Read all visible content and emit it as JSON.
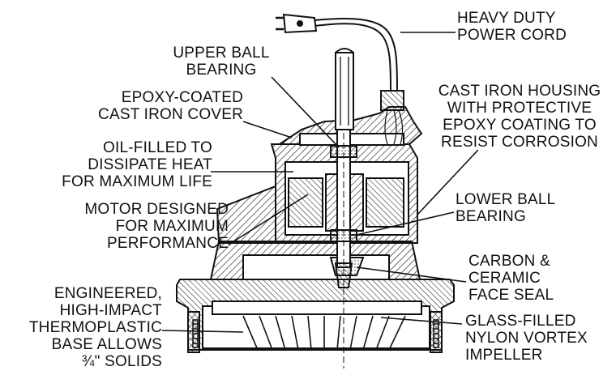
{
  "colors": {
    "ink": "#111111",
    "background": "#ffffff",
    "hatch": "#222222"
  },
  "icons": {
    "plug": "plug-icon",
    "pump": "pump-cross-section"
  },
  "labels": {
    "power_cord": {
      "lines": [
        "HEAVY DUTY",
        "POWER CORD"
      ]
    },
    "upper_bearing": {
      "lines": [
        "UPPER BALL",
        "BEARING"
      ]
    },
    "cover": {
      "lines": [
        "EPOXY-COATED",
        "CAST IRON COVER"
      ]
    },
    "housing": {
      "lines": [
        "CAST IRON HOUSING",
        "WITH PROTECTIVE",
        "EPOXY COATING TO",
        "RESIST CORROSION"
      ]
    },
    "oil": {
      "lines": [
        "OIL-FILLED TO",
        "DISSIPATE HEAT",
        "FOR MAXIMUM LIFE"
      ]
    },
    "lower_bearing": {
      "lines": [
        "LOWER BALL",
        "BEARING"
      ]
    },
    "motor": {
      "lines": [
        "MOTOR DESIGNED",
        "FOR MAXIMUM",
        "PERFORMANCE"
      ]
    },
    "seal": {
      "lines": [
        "CARBON &",
        "CERAMIC",
        "FACE SEAL"
      ]
    },
    "base": {
      "lines": [
        "ENGINEERED,",
        "HIGH-IMPACT",
        "THERMOPLASTIC",
        "BASE ALLOWS",
        "¾\" SOLIDS"
      ]
    },
    "impeller": {
      "lines": [
        "GLASS-FILLED",
        "NYLON VORTEX",
        "IMPELLER"
      ]
    }
  }
}
